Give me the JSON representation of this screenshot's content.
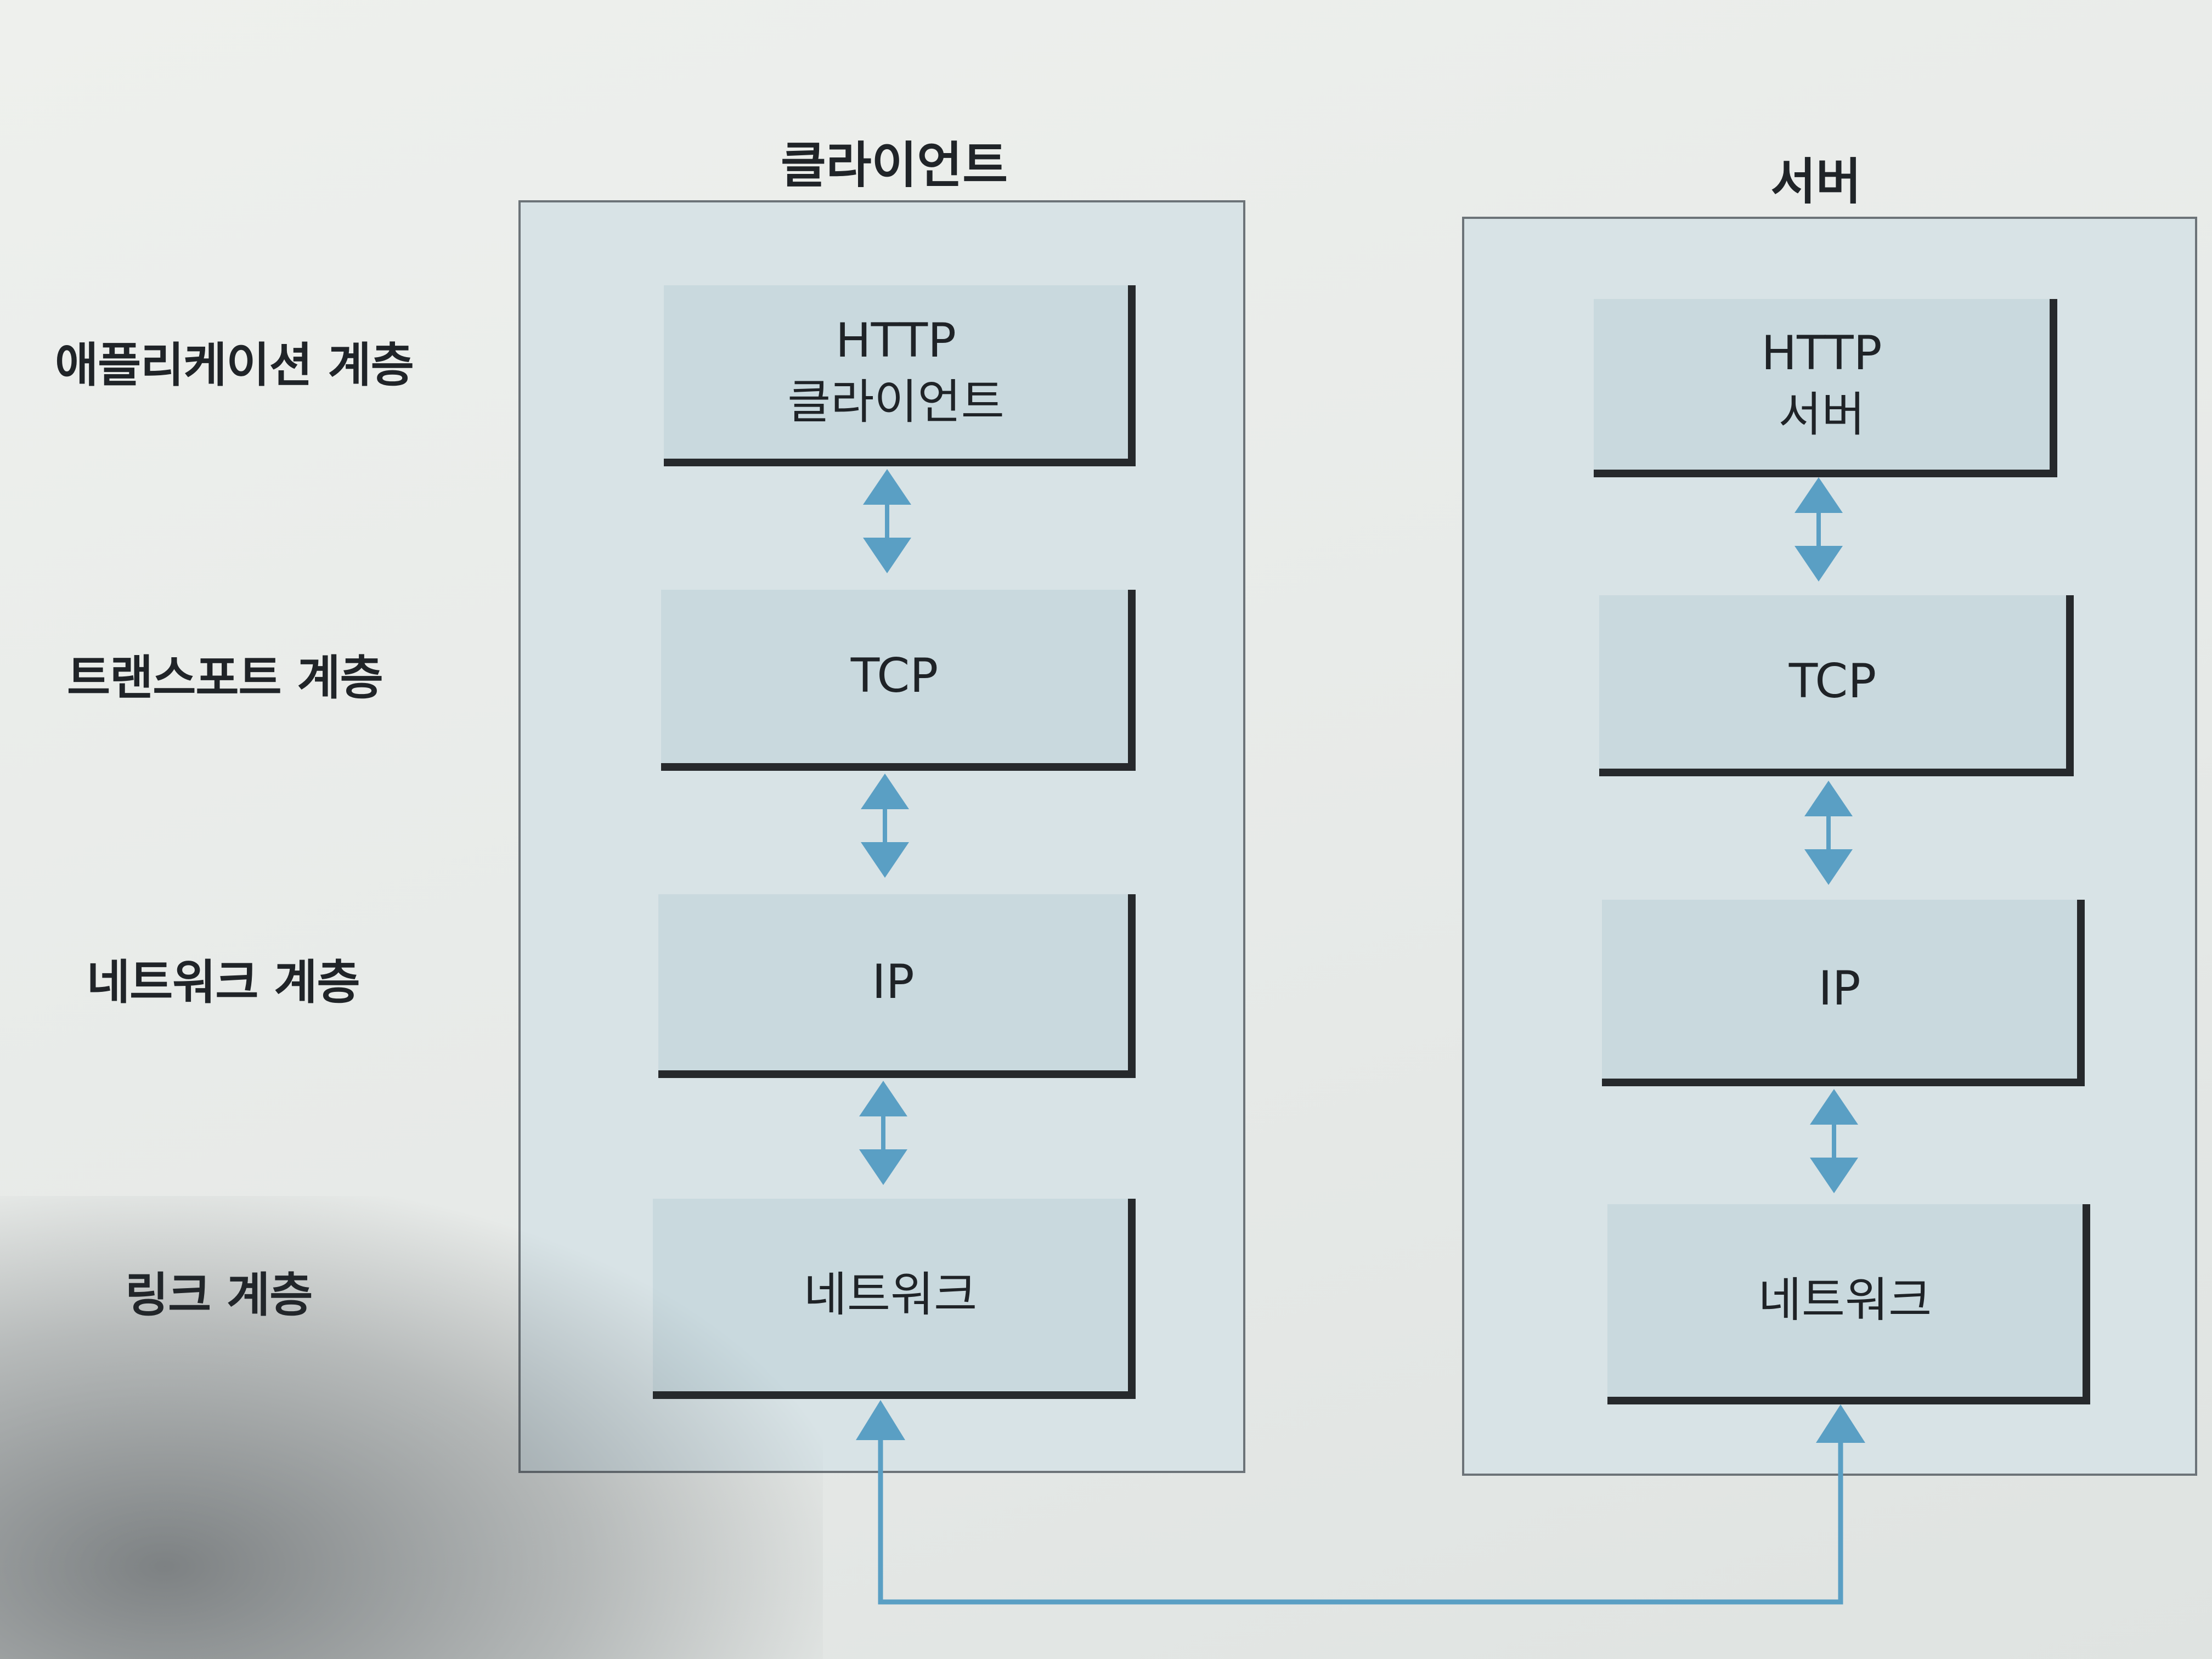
{
  "layers": {
    "application": "애플리케이션 계층",
    "transport": "트랜스포트 계층",
    "network": "네트워크 계층",
    "link": "링크 계층"
  },
  "client": {
    "title": "클라이언트",
    "app_line1": "HTTP",
    "app_line2": "클라이언트",
    "transport": "TCP",
    "network": "IP",
    "link": "네트워크"
  },
  "server": {
    "title": "서버",
    "app_line1": "HTTP",
    "app_line2": "서버",
    "transport": "TCP",
    "network": "IP",
    "link": "네트워크"
  },
  "colors": {
    "arrow": "#5a9fc4",
    "box_fill": "#c9d9de",
    "column_fill": "#d8e3e6",
    "box_border": "#26292c"
  },
  "icons": [
    "double-arrow-icon",
    "up-arrow-icon",
    "connection-line"
  ]
}
